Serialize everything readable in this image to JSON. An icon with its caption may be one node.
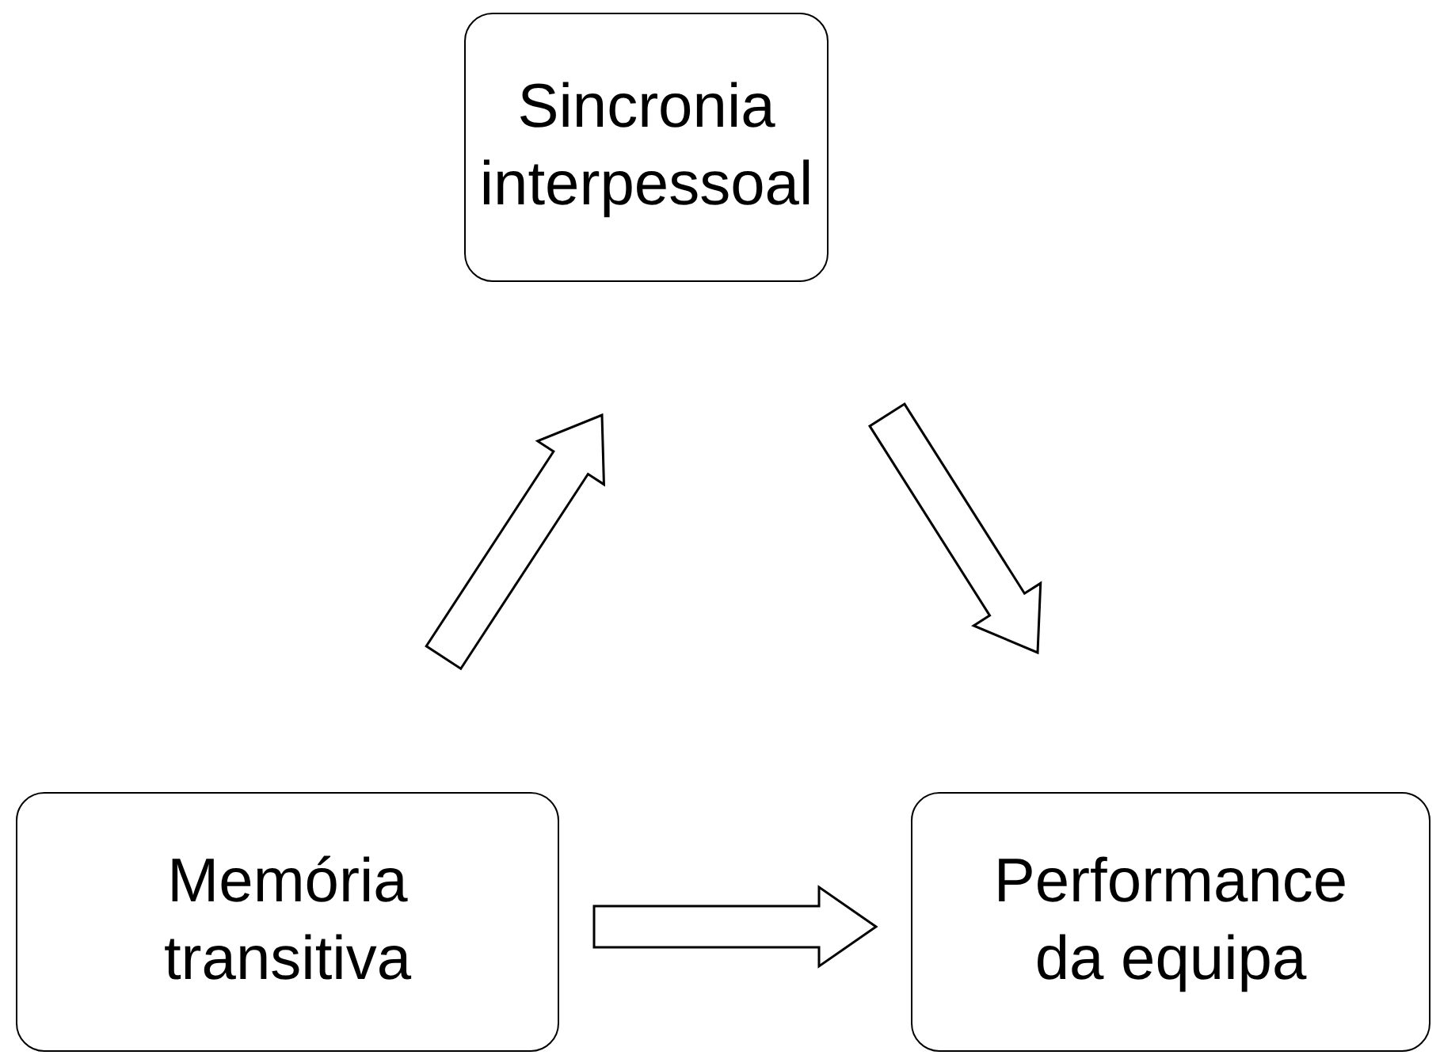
{
  "diagram": {
    "nodes": [
      {
        "text": [
          "Sincronia interpessoal"
        ]
      },
      {
        "text": [
          "Memória transitiva"
        ]
      },
      {
        "text": [
          "Performance da equipa"
        ]
      }
    ],
    "edges": [
      {
        "from": 1,
        "to": 0,
        "arrow": "to"
      },
      {
        "from": 0,
        "to": 2,
        "arrow": "to"
      },
      {
        "from": 1,
        "to": 2,
        "arrow": "to"
      }
    ]
  }
}
